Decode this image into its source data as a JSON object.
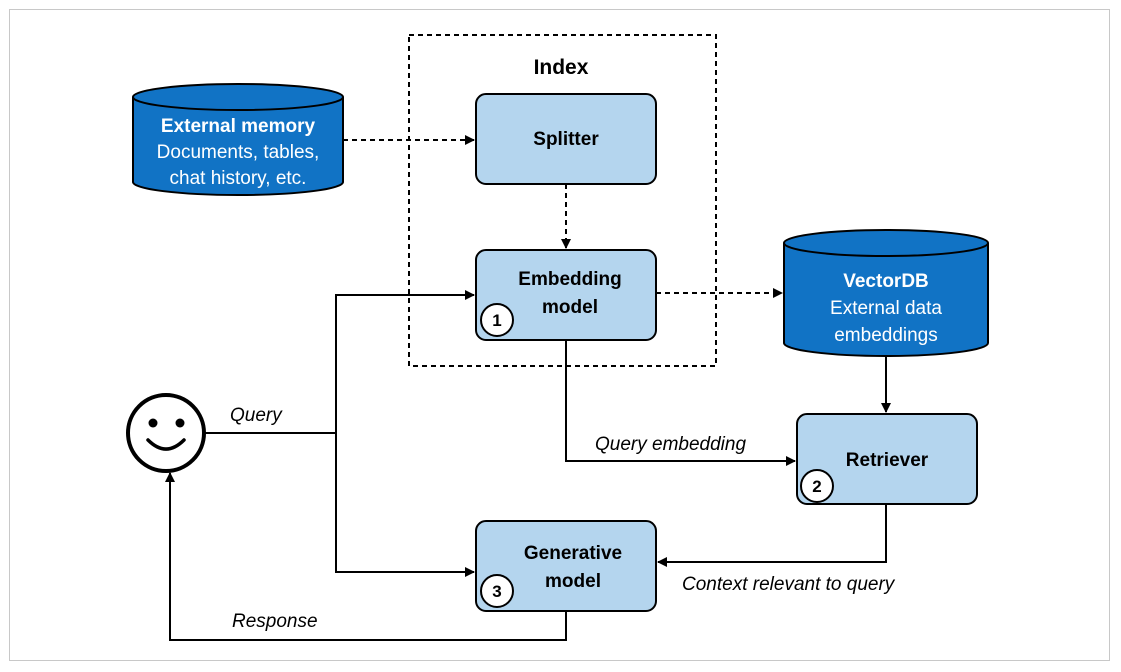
{
  "index": {
    "title": "Index"
  },
  "external_memory": {
    "title": "External memory",
    "line1": "Documents, tables,",
    "line2": "chat history, etc."
  },
  "splitter": {
    "label": "Splitter"
  },
  "embedding_model": {
    "line1": "Embedding",
    "line2": "model",
    "step": "1"
  },
  "vectordb": {
    "title": "VectorDB",
    "line1": "External data",
    "line2": "embeddings"
  },
  "retriever": {
    "label": "Retriever",
    "step": "2"
  },
  "generative_model": {
    "line1": "Generative",
    "line2": "model",
    "step": "3"
  },
  "edges": {
    "query": "Query",
    "query_embedding": "Query embedding",
    "context": "Context relevant to query",
    "response": "Response"
  },
  "colors": {
    "box_fill": "#b4d5ee",
    "cylinder_fill": "#1173c5",
    "stroke": "#000000"
  }
}
